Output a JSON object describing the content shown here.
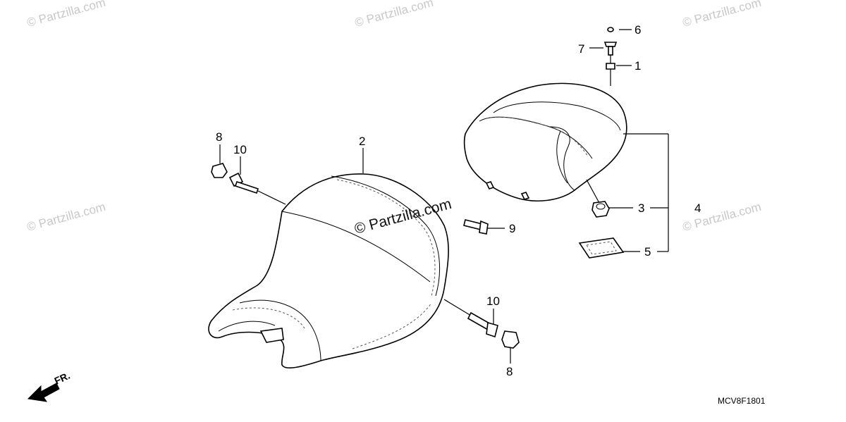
{
  "watermark": {
    "text": "© Partzilla.com",
    "center_text": "© Partzilla.com"
  },
  "callouts": {
    "c1": "1",
    "c2": "2",
    "c3": "3",
    "c4": "4",
    "c5": "5",
    "c6": "6",
    "c7": "7",
    "c8a": "8",
    "c8b": "8",
    "c9": "9",
    "c10a": "10",
    "c10b": "10"
  },
  "direction_label": "FR.",
  "diagram_code": "MCV8F1801",
  "icons": {
    "copyright": "copyright-icon",
    "front_arrow": "front-arrow-icon"
  }
}
